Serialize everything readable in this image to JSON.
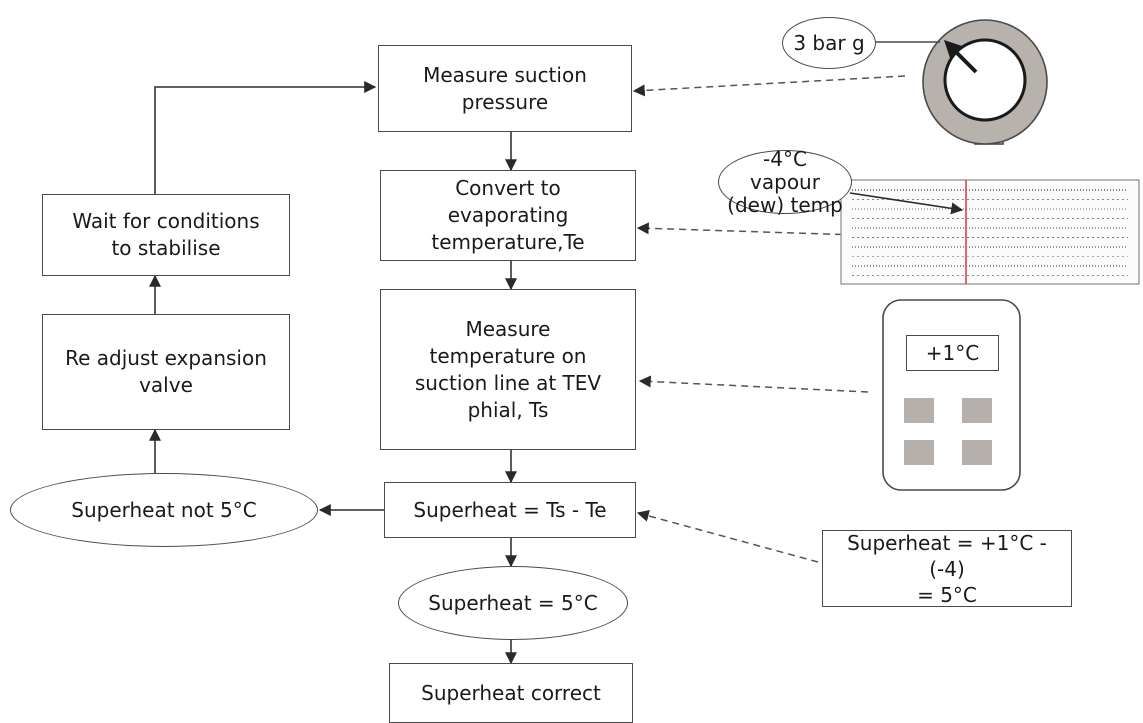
{
  "flow": {
    "measure_pressure": "Measure suction\npressure",
    "convert_temp": "Convert to\nevaporating\ntemperature,Te",
    "measure_temp": "Measure\ntemperature on\nsuction line at TEV\nphial, Ts",
    "superheat_formula": "Superheat = Ts - Te",
    "superheat_ok": "Superheat = 5°C",
    "superheat_correct": "Superheat correct",
    "superheat_not": "Superheat not 5°C",
    "readjust_valve": "Re adjust expansion\nvalve",
    "wait_conditions": "Wait for conditions\nto stabilise"
  },
  "callouts": {
    "gauge_reading": "3 bar g",
    "dew_temp": "-4°C vapour\n(dew) temp",
    "thermometer_reading": "+1°C",
    "calculation": "Superheat = +1°C - (-4)\n= 5°C"
  },
  "colors": {
    "line": "#4a4a4a",
    "gauge_ring": "#b8b2ad",
    "keypad_key": "#b5b0ab",
    "chart_marker": "#d9434a"
  }
}
